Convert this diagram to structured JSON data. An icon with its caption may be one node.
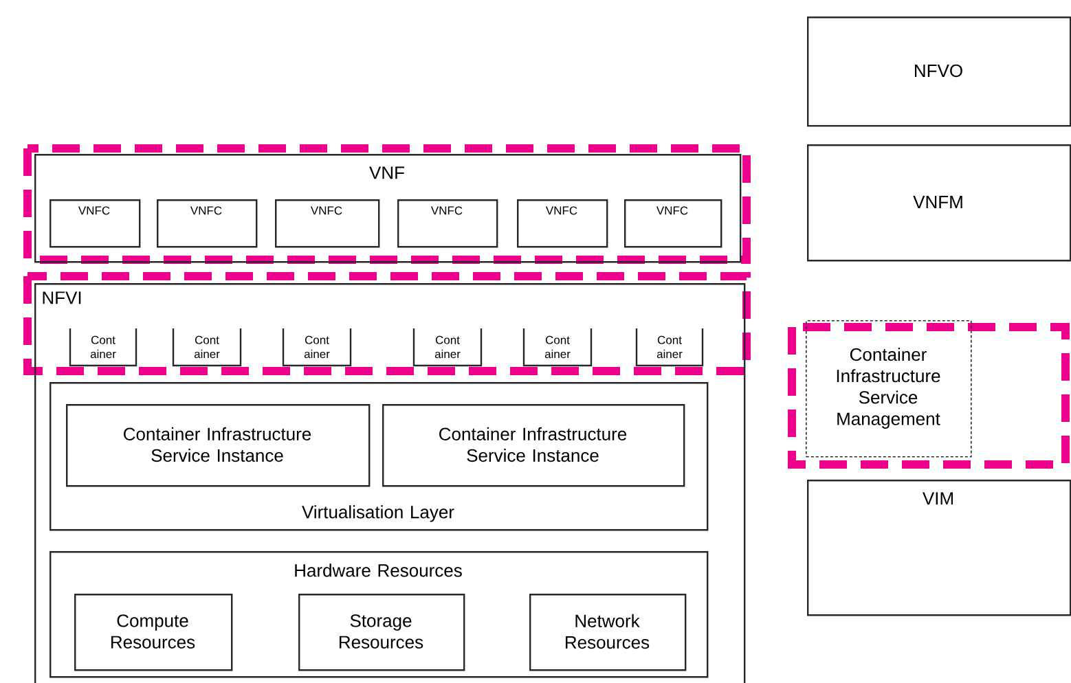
{
  "diagram": {
    "nodes": [
      {
        "text": [
          "NFVO"
        ]
      },
      {
        "text": [
          "VNFM"
        ]
      },
      {
        "text": [
          "Container Infrastructure Service Management"
        ]
      },
      {
        "text": [
          "VIM"
        ]
      },
      {
        "text": [
          "VNF"
        ]
      },
      {
        "text": [
          "VNFC"
        ],
        "in": 4
      },
      {
        "text": [
          "VNFC"
        ],
        "in": 4
      },
      {
        "text": [
          "VNFC"
        ],
        "in": 4
      },
      {
        "text": [
          "VNFC"
        ],
        "in": 4
      },
      {
        "text": [
          "VNFC"
        ],
        "in": 4
      },
      {
        "text": [
          "VNFC"
        ],
        "in": 4
      },
      {
        "text": [
          "NFVI"
        ]
      },
      {
        "text": [
          "Cont ainer"
        ],
        "in": 11
      },
      {
        "text": [
          "Cont ainer"
        ],
        "in": 11
      },
      {
        "text": [
          "Cont ainer"
        ],
        "in": 11
      },
      {
        "text": [
          "Cont ainer"
        ],
        "in": 11
      },
      {
        "text": [
          "Cont ainer"
        ],
        "in": 11
      },
      {
        "text": [
          "Cont ainer"
        ],
        "in": 11
      },
      {
        "text": [
          "Virtualisation Layer"
        ],
        "in": 11
      },
      {
        "text": [
          "Container Infrastructure Service Instance"
        ],
        "in": 18
      },
      {
        "text": [
          "Container Infrastructure Service Instance"
        ],
        "in": 18
      },
      {
        "text": [
          "Hardware Resources"
        ],
        "in": 11
      },
      {
        "text": [
          "Compute Resources"
        ],
        "in": 21
      },
      {
        "text": [
          "Storage Resources"
        ],
        "in": 21
      },
      {
        "text": [
          "Network Resources"
        ],
        "in": 21
      }
    ]
  }
}
